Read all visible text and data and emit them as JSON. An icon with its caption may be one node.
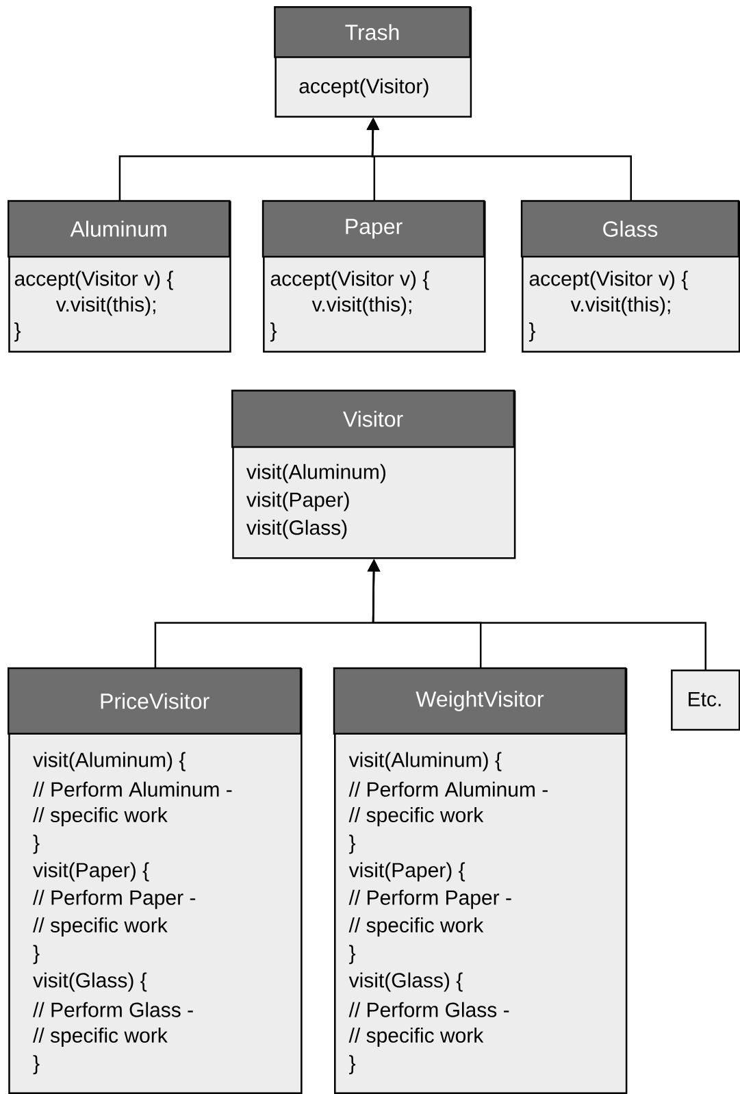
{
  "diagram": {
    "nodes": [
      {
        "text": [
          "Trash",
          "accept(Visitor)"
        ]
      },
      {
        "text": [
          "Aluminum",
          "accept(Visitor v) {",
          "v.visit(this);",
          "}"
        ]
      },
      {
        "text": [
          "Paper",
          "accept(Visitor v) {",
          "v.visit(this);",
          "}"
        ]
      },
      {
        "text": [
          "Glass",
          "accept(Visitor v) {",
          "v.visit(this);",
          "}"
        ]
      },
      {
        "text": [
          "Visitor",
          "visit(Aluminum)",
          "visit(Paper)",
          "visit(Glass)"
        ]
      },
      {
        "text": [
          "PriceVisitor",
          "visit(Aluminum) {",
          "// Perform Aluminum -",
          "// specific work",
          "}",
          "visit(Paper) {",
          "// Perform Paper -",
          "// specific work",
          "}",
          "visit(Glass) {",
          "// Perform Glass -",
          "// specific work",
          "}"
        ]
      },
      {
        "text": [
          "WeightVisitor",
          "visit(Aluminum) {",
          "// Perform Aluminum -",
          "// specific work",
          "}",
          "visit(Paper) {",
          "// Perform Paper -",
          "// specific work",
          "}",
          "visit(Glass) {",
          "// Perform Glass -",
          "// specific work",
          "}"
        ]
      },
      {
        "text": [
          "Etc."
        ]
      }
    ],
    "edges": [
      {
        "from": 1,
        "to": 0,
        "arrow": "to"
      },
      {
        "from": 2,
        "to": 0,
        "arrow": "to"
      },
      {
        "from": 3,
        "to": 0,
        "arrow": "to"
      },
      {
        "from": 5,
        "to": 4,
        "arrow": "to"
      },
      {
        "from": 6,
        "to": 4,
        "arrow": "to"
      },
      {
        "from": 7,
        "to": 4,
        "arrow": "to"
      }
    ]
  }
}
